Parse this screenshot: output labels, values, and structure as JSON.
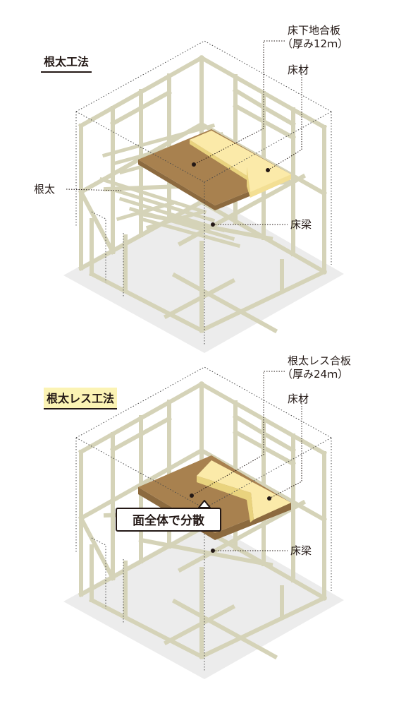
{
  "diagram1": {
    "method": "根太工法",
    "labels": {
      "subfloor_line1": "床下地合板",
      "subfloor_line2": "（厚み12ｍ）",
      "flooring": "床材",
      "joist": "根太",
      "beam": "床梁"
    }
  },
  "diagram2": {
    "method": "根太レス工法",
    "labels": {
      "subfloor_line1": "根太レス合板",
      "subfloor_line2": "（厚み24ｍ）",
      "flooring": "床材",
      "beam": "床梁"
    },
    "callout": "面全体で分散"
  },
  "colors": {
    "frame": "#d5d3b8",
    "floor_shadow": "#ececec",
    "plywood": "#a8814f",
    "plywood_edge": "#8c6a3f",
    "flooring": "#fbeaa9",
    "flooring_edge": "#e9d37e",
    "highlight": "#fbf3b4",
    "text": "#231815"
  }
}
